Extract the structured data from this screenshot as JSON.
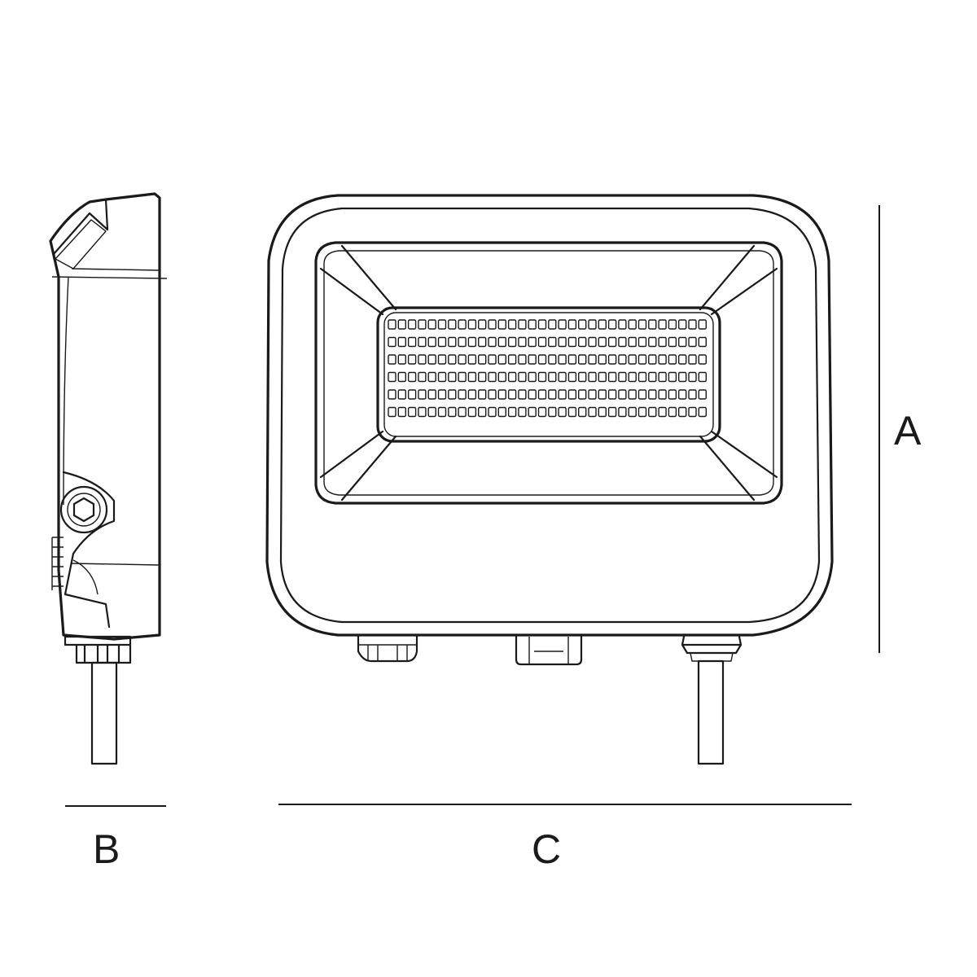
{
  "drawing": {
    "dimension_labels": {
      "height": "A",
      "depth": "B",
      "width": "C"
    },
    "led_grid": {
      "rows": 6,
      "columns": 32
    },
    "colors": {
      "line": "#1a1a1a",
      "background": "#ffffff"
    }
  }
}
